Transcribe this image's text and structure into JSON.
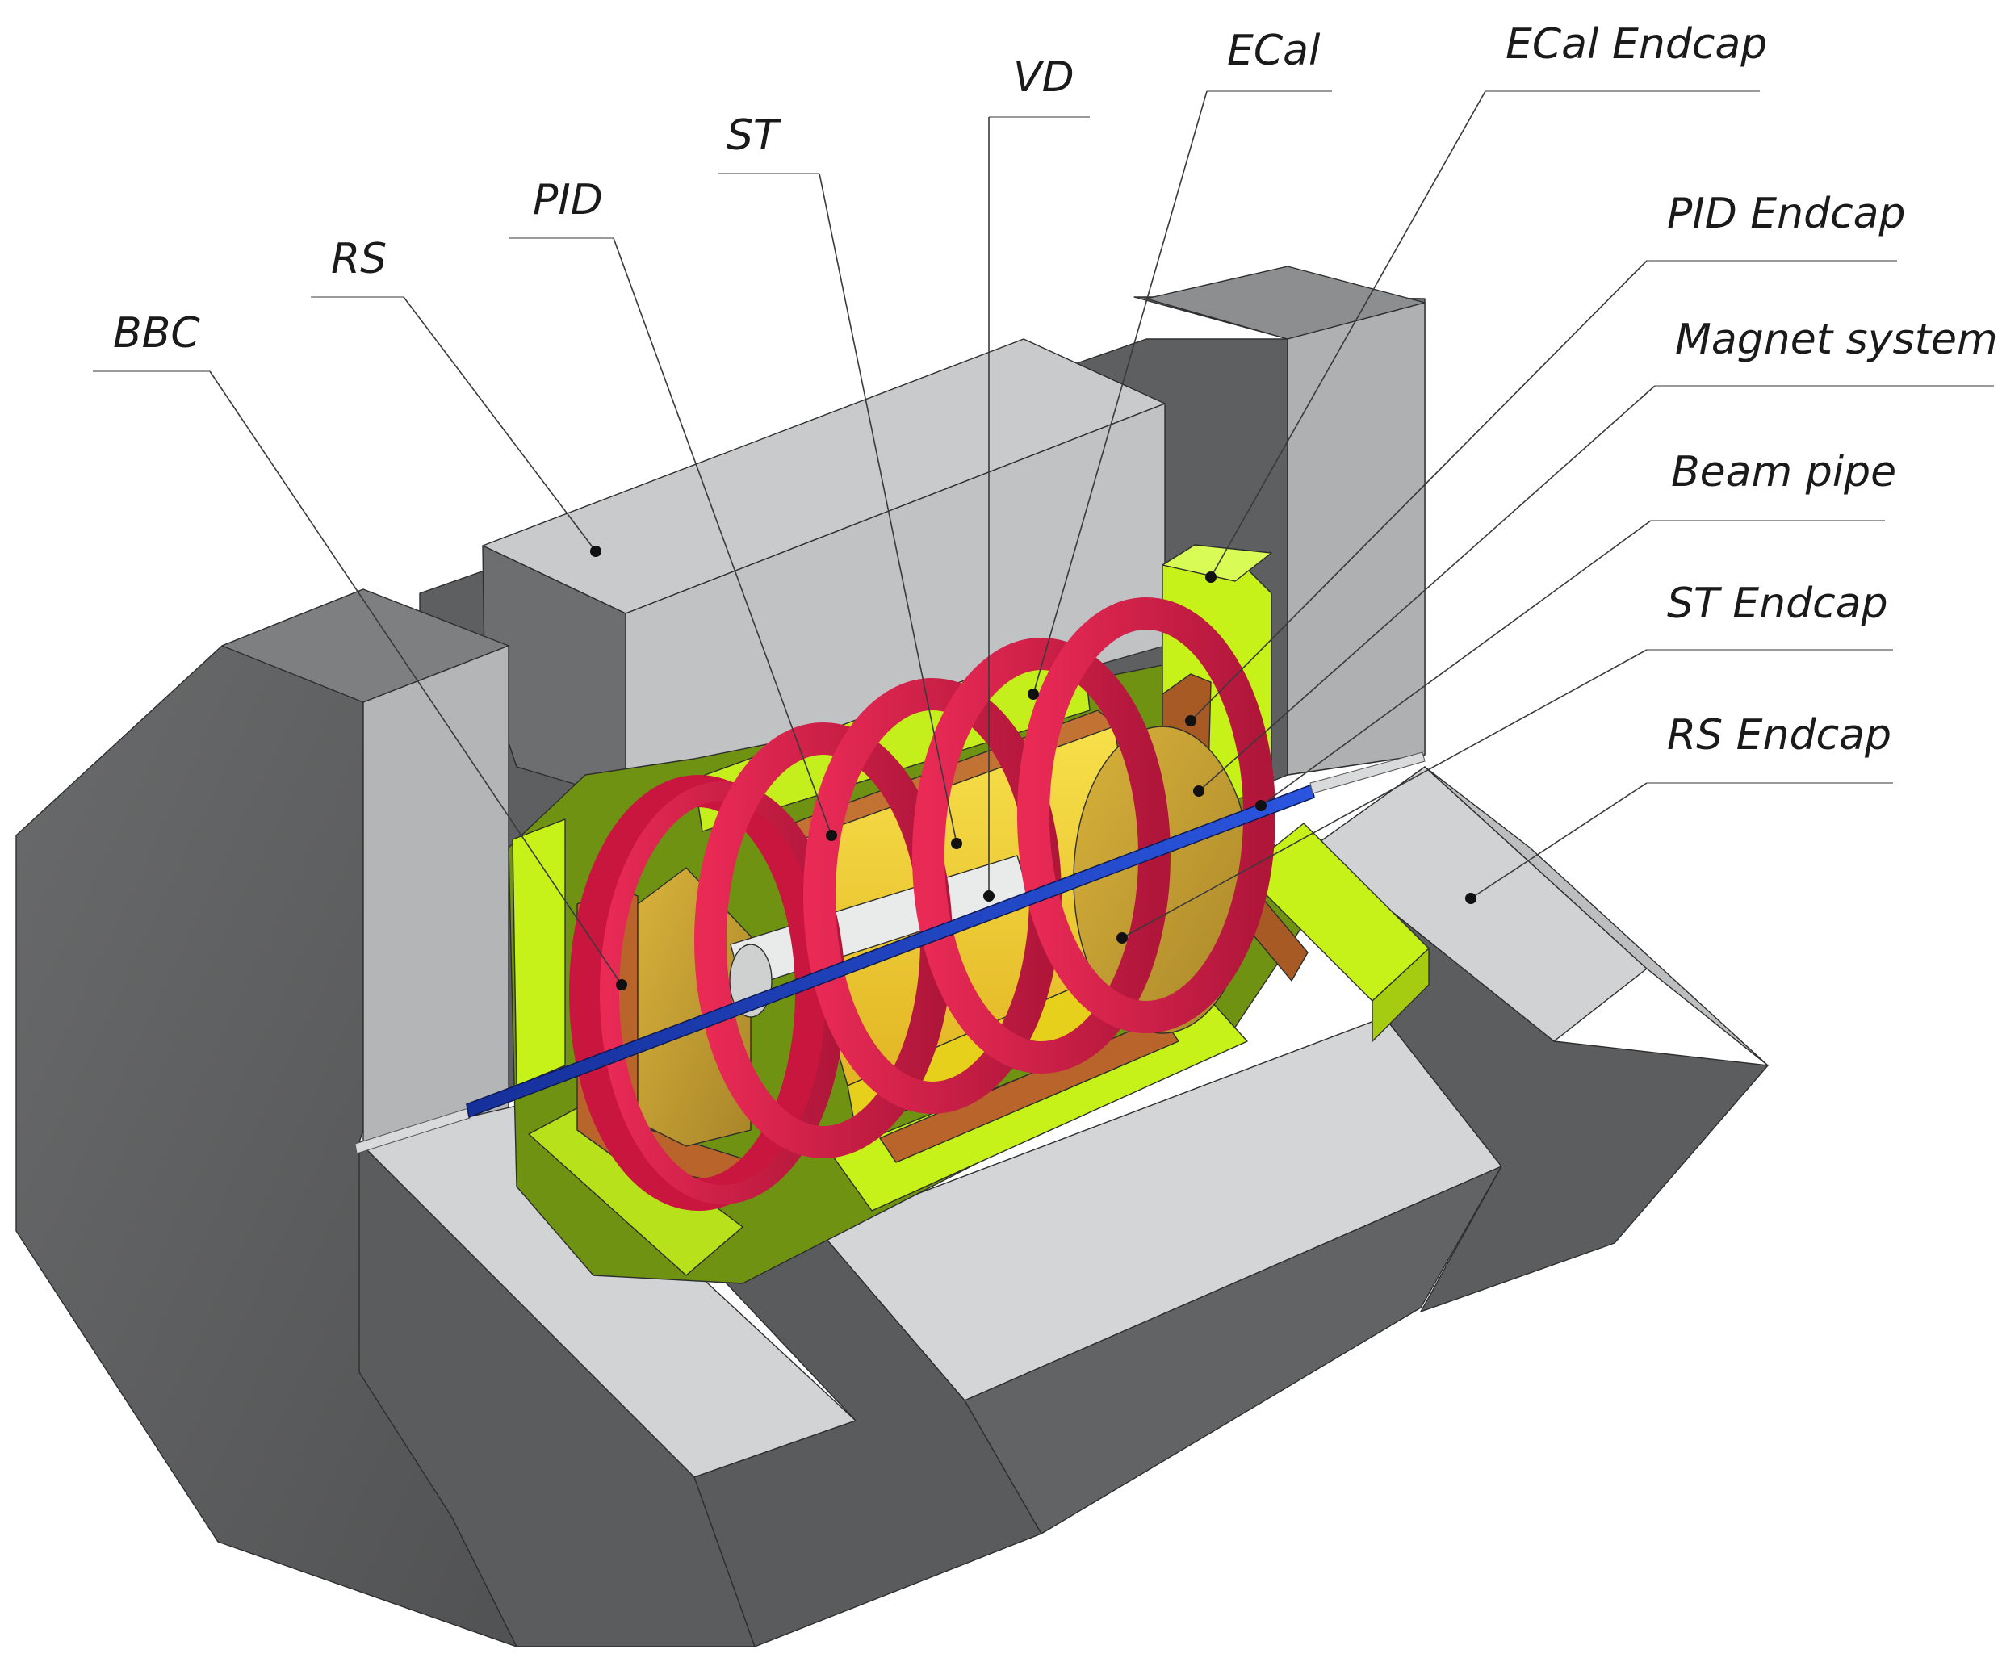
{
  "colors": {
    "yoke_dark": "#5e5f60",
    "yoke_mid": "#7c7d7e",
    "yoke_light": "#bebfc0",
    "yoke_top": "#d7d8d9",
    "ecal_lime": "#c6f21a",
    "ecal_dark": "#6e8f12",
    "pid_orange": "#b8642b",
    "st_yellow": "#f2d23a",
    "coil_red": "#d11d45",
    "beam_blue": "#1b3fbf"
  },
  "labels": [
    {
      "id": "vd",
      "text": "VD",
      "icon": "leader-line"
    },
    {
      "id": "ecal",
      "text": "ECal",
      "icon": "leader-line"
    },
    {
      "id": "ecal-endcap",
      "text": "ECal Endcap",
      "icon": "leader-line"
    },
    {
      "id": "st",
      "text": "ST",
      "icon": "leader-line"
    },
    {
      "id": "pid",
      "text": "PID",
      "icon": "leader-line"
    },
    {
      "id": "pid-endcap",
      "text": "PID Endcap",
      "icon": "leader-line"
    },
    {
      "id": "rs",
      "text": "RS",
      "icon": "leader-line"
    },
    {
      "id": "magnet-system",
      "text": "Magnet system",
      "icon": "leader-line"
    },
    {
      "id": "bbc",
      "text": "BBC",
      "icon": "leader-line"
    },
    {
      "id": "beam-pipe",
      "text": "Beam pipe",
      "icon": "leader-line"
    },
    {
      "id": "st-endcap",
      "text": "ST Endcap",
      "icon": "leader-line"
    },
    {
      "id": "rs-endcap",
      "text": "RS Endcap",
      "icon": "leader-line"
    }
  ]
}
